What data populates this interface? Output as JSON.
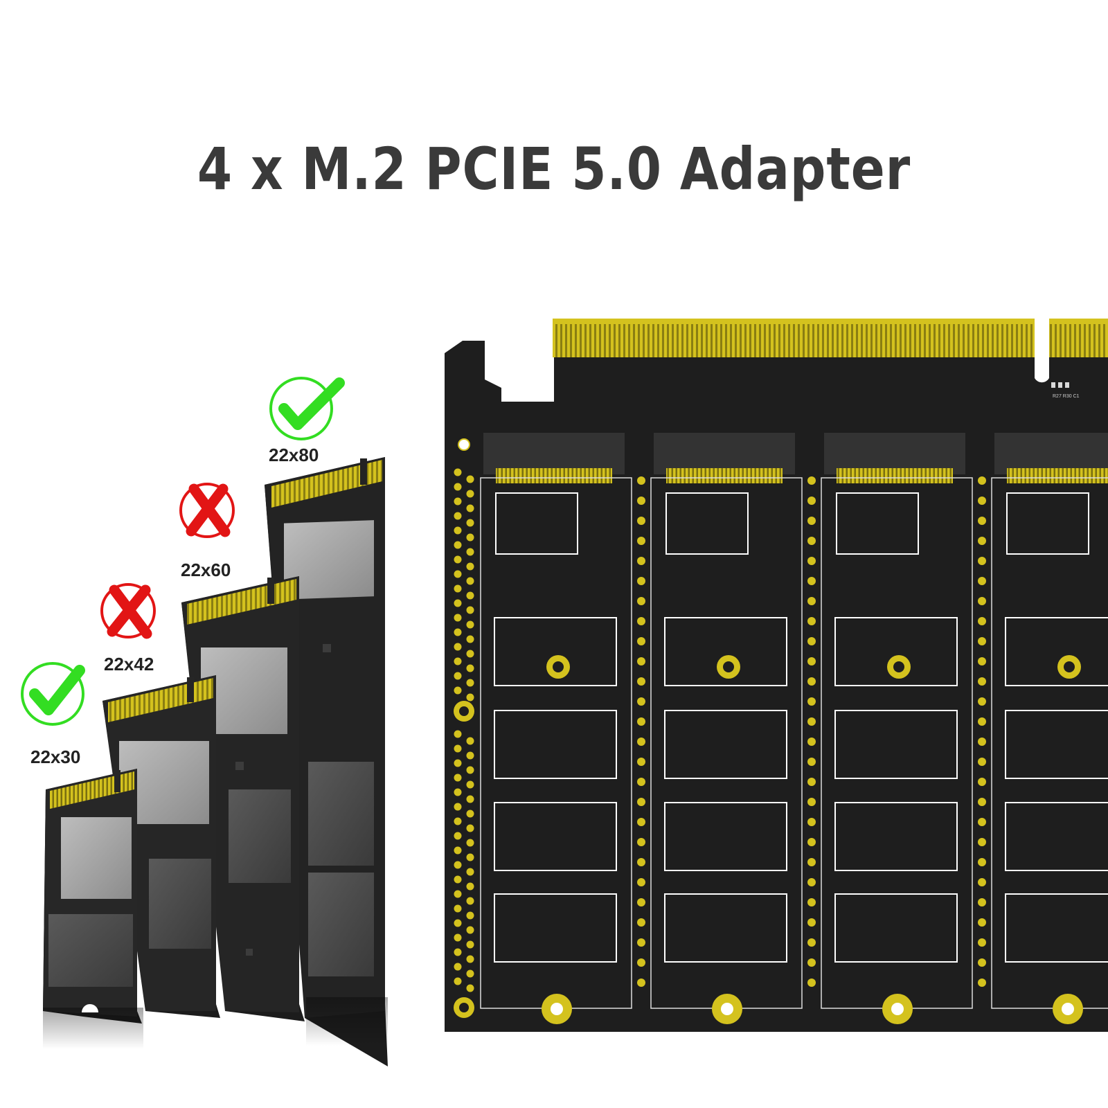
{
  "title": "4 x M.2 PCIE 5.0 Adapter",
  "colors": {
    "pcb": "#1e1e1e",
    "gold": "#d4c21e",
    "check_green": "#33dd22",
    "cross_red": "#e21515",
    "module_label": "#a9a9a9"
  },
  "modules": [
    {
      "label": "22x30",
      "supported": true
    },
    {
      "label": "22x42",
      "supported": false
    },
    {
      "label": "22x60",
      "supported": false
    },
    {
      "label": "22x80",
      "supported": true
    }
  ],
  "adapter": {
    "slot_count": 4,
    "component_marks": "R27 R30 C1"
  }
}
